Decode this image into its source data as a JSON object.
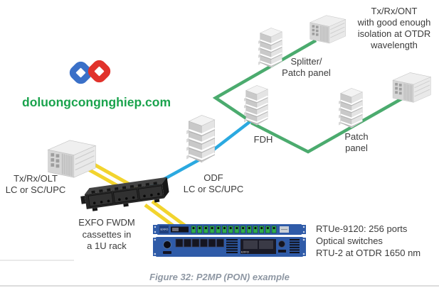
{
  "watermark": {
    "domain_text": "doluongcongnghiep.com",
    "logo_blue": "#3a70c8",
    "logo_red": "#e1322b",
    "text_color": "#1aa34d"
  },
  "figure": {
    "caption": "Figure 32: P2MP (PON) example"
  },
  "devices": {
    "olt": {
      "line1": "Tx/Rx/OLT",
      "line2": "LC or SC/UPC"
    },
    "fwdm_cassette": {
      "line1": "EXFO FWDM",
      "line2": "cassettes in",
      "line3": "a 1U rack"
    },
    "odf": {
      "line1": "ODF",
      "line2": "LC or SC/UPC"
    },
    "fdh": {
      "label": "FDH"
    },
    "splitter_patch_panel": {
      "line1": "Splitter/",
      "line2": "Patch panel"
    },
    "patch_panel": {
      "line1": "Patch",
      "line2": "panel"
    },
    "ont": {
      "line1": "Tx/Rx/ONT",
      "line2": "with good enough",
      "line3": "isolation at OTDR",
      "line4": "wavelength"
    },
    "rtu": {
      "line1": "RTUe-9120: 256 ports",
      "line2": "Optical switches",
      "line3": "RTU-2 at OTDR 1650 nm",
      "brand": "EXFO"
    }
  },
  "links": {
    "olt_to_fwdm_color": "#f2d42e",
    "fwdm_to_rtu_color": "#f2d42e",
    "fwdm_to_odf_to_fdh_color": "#2ba9e0",
    "distribution_color": "#4bab6e"
  }
}
